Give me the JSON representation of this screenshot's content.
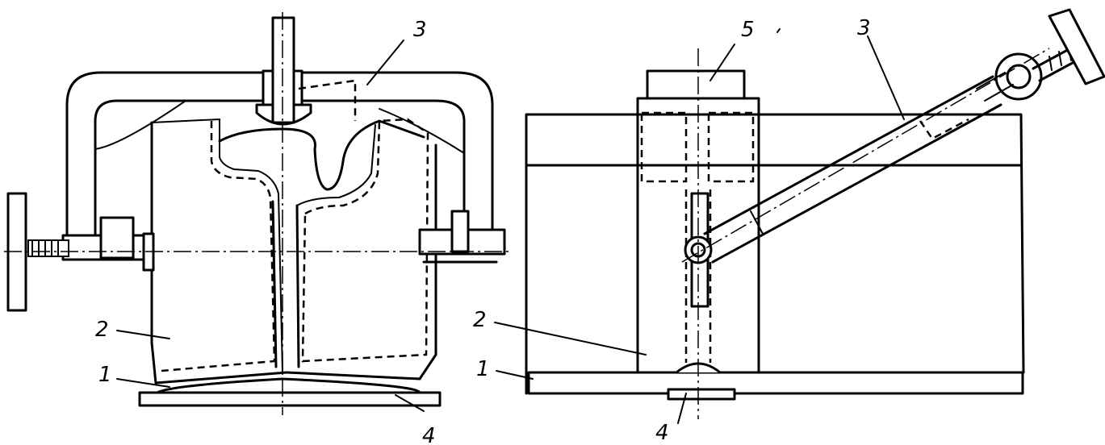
{
  "left_view": {
    "labels": {
      "rail": "1",
      "body": "2",
      "clamp": "3",
      "plate": "4"
    }
  },
  "right_view": {
    "labels": {
      "rail": "1",
      "body": "2",
      "clamp": "3",
      "plate": "4",
      "block": "5"
    }
  },
  "colors": {
    "ink": "#000000",
    "paper": "#ffffff"
  }
}
